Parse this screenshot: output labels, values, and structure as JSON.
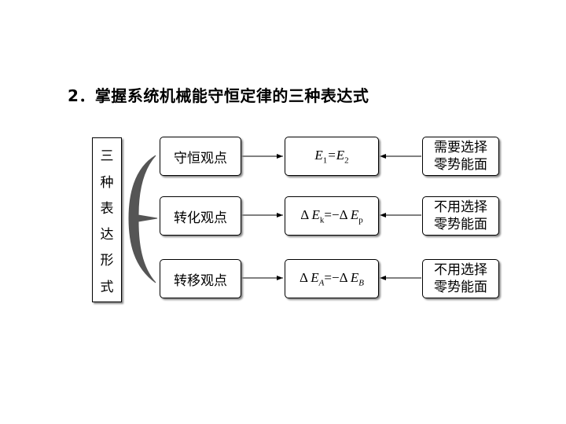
{
  "title": "2．掌握系统机械能守恒定律的三种表达式",
  "left_label_chars": [
    "三",
    "种",
    "表",
    "达",
    "形",
    "式"
  ],
  "views": [
    "守恒观点",
    "转化观点",
    "转移观点"
  ],
  "formulas": [
    {
      "parts": [
        "E",
        "1",
        "=E",
        "2"
      ]
    },
    {
      "delta": "Δ",
      "parts": [
        "E",
        "k",
        "=−",
        "Δ",
        "E",
        "p"
      ]
    },
    {
      "delta": "Δ",
      "parts": [
        "E",
        "A",
        "=−",
        "Δ",
        "E",
        "B"
      ]
    }
  ],
  "notes": [
    {
      "line1": "需要选择",
      "line2": "零势能面"
    },
    {
      "line1": "不用选择",
      "line2": "零势能面"
    },
    {
      "line1": "不用选择",
      "line2": "零势能面"
    }
  ],
  "colors": {
    "brace": "#555555",
    "stroke": "#000000"
  }
}
